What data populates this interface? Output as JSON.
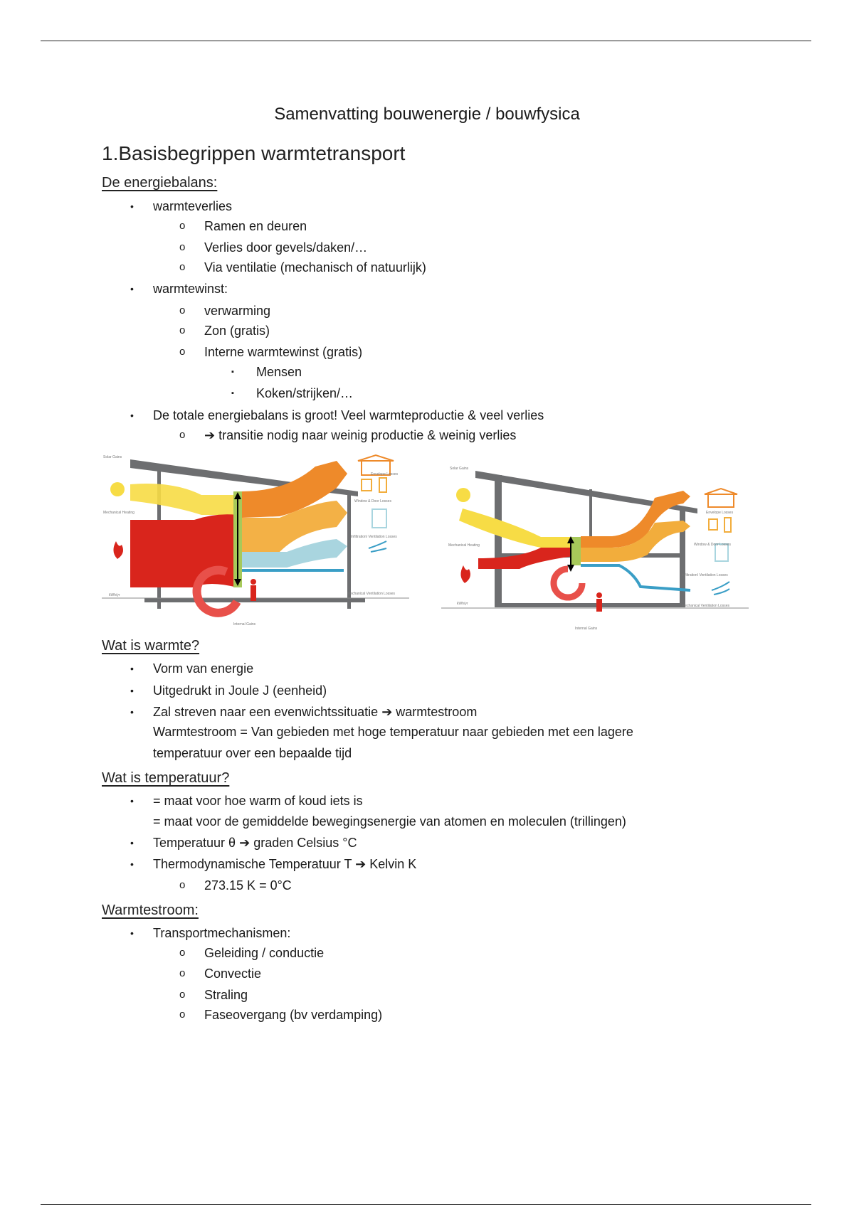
{
  "title": "Samenvatting bouwenergie / bouwfysica",
  "chapter": "1.Basisbegrippen warmtetransport",
  "sections": {
    "energiebalans": {
      "heading": "De energiebalans:",
      "b1": "warmteverlies",
      "b1_items": [
        "Ramen en deuren",
        "Verlies door gevels/daken/…",
        "Via ventilatie (mechanisch of natuurlijk)"
      ],
      "b2": "warmtewinst:",
      "b2_items": [
        "verwarming",
        "Zon (gratis)",
        "Interne warmtewinst (gratis)"
      ],
      "b2_sub": [
        "Mensen",
        "Koken/strijken/…"
      ],
      "b3": "De totale energiebalans is groot! Veel warmteproductie & veel verlies",
      "b3_item": "transitie nodig naar weinig productie & weinig verlies"
    },
    "warmte": {
      "heading": "Wat is warmte?",
      "items": [
        "Vorm van energie",
        "Uitgedrukt in Joule J (eenheid)",
        "Zal streven naar een evenwichtssituatie",
        "warmtestroom"
      ],
      "cont1": "Warmtestroom = Van gebieden met hoge temperatuur naar gebieden met een lagere",
      "cont2": "temperatuur over een bepaalde tijd"
    },
    "temperatuur": {
      "heading": "Wat is temperatuur?",
      "i1": "= maat voor hoe warm of koud iets is",
      "i1b": "= maat voor de gemiddelde bewegingsenergie van atomen en moleculen (trillingen)",
      "i2a": "Temperatuur θ",
      "i2b": "graden Celsius °C",
      "i3a": "Thermodynamische Temperatuur  T",
      "i3b": "Kelvin K",
      "i3_item": "273.15 K = 0°C"
    },
    "warmtestroom": {
      "heading": "Warmtestroom:",
      "b1": "Transportmechanismen:",
      "items": [
        "Geleiding / conductie",
        "Convectie",
        "Straling",
        "Faseovergang (bv verdamping)"
      ]
    }
  },
  "symbols": {
    "bullet": "•",
    "circle": "o",
    "square": "▪",
    "arrow": "➔"
  },
  "diagram_labels": {
    "solar": "Solar Gains",
    "heating": "Mechanical Heating",
    "unit": "kWh/yr",
    "envelope": "Envelope Losses",
    "window": "Window & Door Losses",
    "infiltration": "Infiltration/ Ventilation Losses",
    "mechvent": "Mechanical Ventilation Losses",
    "internal": "Internal Gains"
  },
  "colors": {
    "red": "#d9251c",
    "orange": "#ee8a2a",
    "light_orange": "#f2ad3c",
    "yellow": "#f7dc45",
    "light_blue": "#a9d5df",
    "blue": "#3a9ec6",
    "gray": "#6d6e70",
    "green": "#a7c95a"
  }
}
